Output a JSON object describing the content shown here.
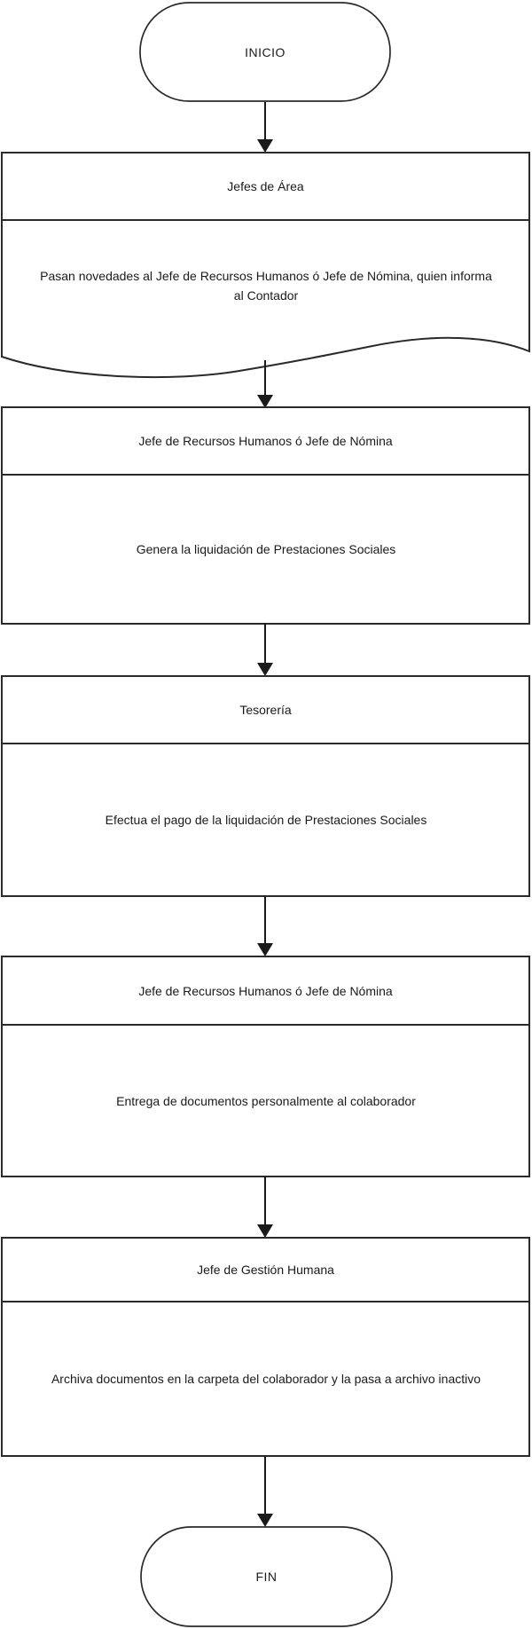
{
  "diagram": {
    "type": "flowchart",
    "start_label": "INICIO",
    "end_label": "FIN",
    "steps": [
      {
        "actor": "Jefes de Área",
        "action": "Pasan novedades al Jefe de Recursos Humanos ó Jefe de Nómina, quien informa al Contador",
        "shape": "document"
      },
      {
        "actor": "Jefe de Recursos Humanos ó Jefe de Nómina",
        "action": "Genera la liquidación de Prestaciones Sociales",
        "shape": "process"
      },
      {
        "actor": "Tesorería",
        "action": "Efectua el pago de la liquidación de Prestaciones Sociales",
        "shape": "process"
      },
      {
        "actor": "Jefe de Recursos Humanos ó Jefe de Nómina",
        "action": "Entrega de documentos personalmente al colaborador",
        "shape": "process"
      },
      {
        "actor": "Jefe de Gestión Humana",
        "action": "Archiva documentos en la carpeta del colaborador y la pasa a archivo inactivo",
        "shape": "process"
      }
    ],
    "colors": {
      "stroke": "#2a2a2a",
      "fill": "#ffffff",
      "text": "#1a1a1a"
    }
  }
}
